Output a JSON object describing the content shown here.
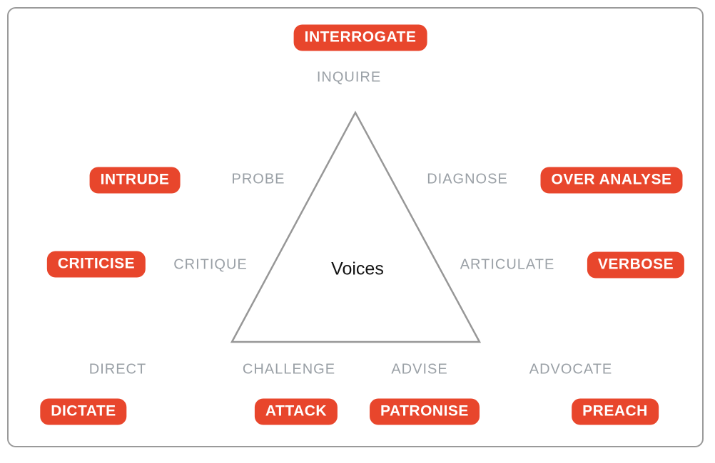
{
  "diagram": {
    "title": "Voices",
    "center_label": "Voices",
    "voices": {
      "inquire": {
        "label": "INQUIRE",
        "shadow": "INTERROGATE"
      },
      "probe": {
        "label": "PROBE",
        "shadow": "INTRUDE"
      },
      "diagnose": {
        "label": "DIAGNOSE",
        "shadow": "OVER ANALYSE"
      },
      "critique": {
        "label": "CRITIQUE",
        "shadow": "CRITICISE"
      },
      "articulate": {
        "label": "ARTICULATE",
        "shadow": "VERBOSE"
      },
      "direct": {
        "label": "DIRECT",
        "shadow": "DICTATE"
      },
      "challenge": {
        "label": "CHALLENGE",
        "shadow": "ATTACK"
      },
      "advise": {
        "label": "ADVISE",
        "shadow": "PATRONISE"
      },
      "advocate": {
        "label": "ADVOCATE",
        "shadow": "PREACH"
      }
    },
    "colors": {
      "shadow_badge_red": "#e8462c",
      "badge_text": "#ffffff",
      "voice_label_gray": "#9aa0a6",
      "triangle_stroke": "#979797",
      "frame_border": "#9a9a9a",
      "center_text": "#111111",
      "background": "#ffffff"
    }
  }
}
